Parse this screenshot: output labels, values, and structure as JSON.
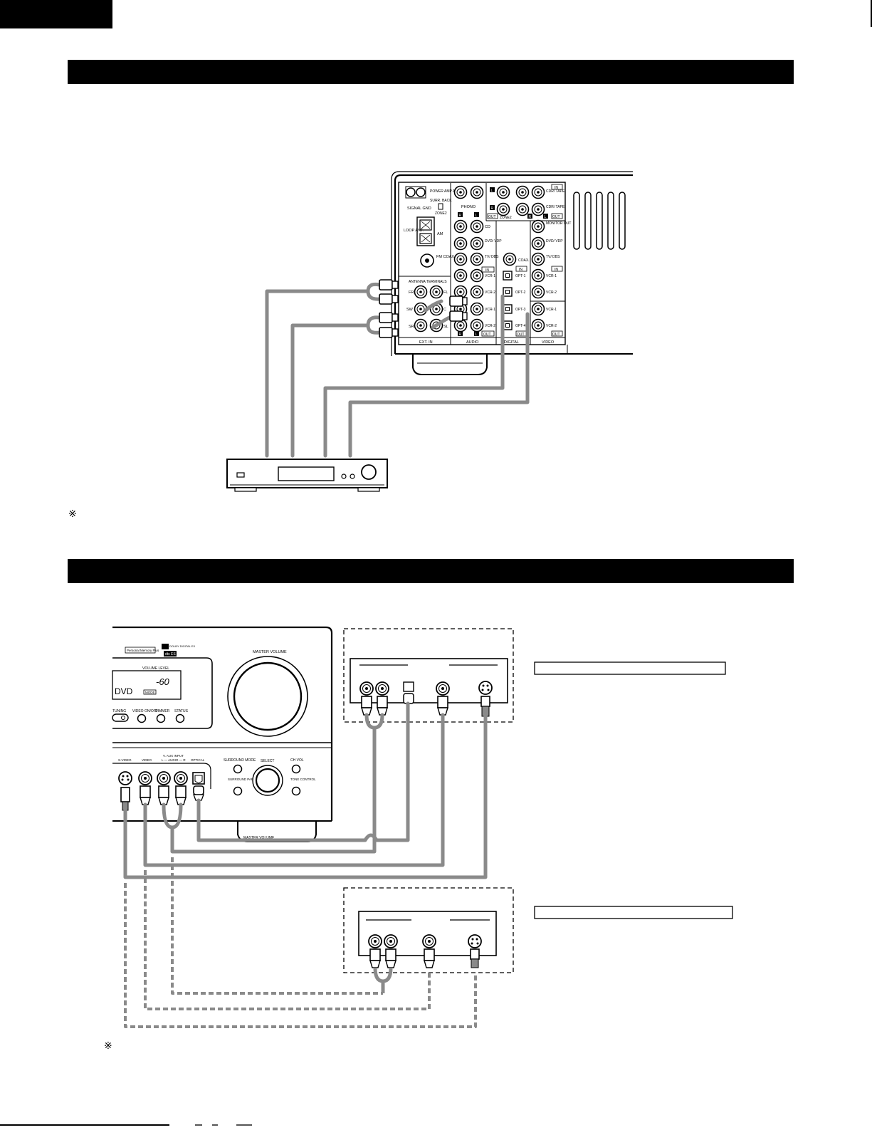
{
  "notes": {
    "mark_symbol": "※"
  },
  "rear_panel": {
    "labels": {
      "signal_gnd": "SIGNAL GND",
      "power_amp_assign": "POWER AMP ASSIGN",
      "surr_back": "SURR. BACK",
      "zone2_switch": "ZONE2",
      "loop_ant": "LOOP ANT.",
      "am": "AM",
      "fm_coax": "FM COAX. 75Ω",
      "antenna_terminals": "ANTENNA TERMINALS",
      "phono": "PHONO",
      "zone2": "ZONE2",
      "cdr_tape_in": "CDR/ TAPE",
      "cdr_tape_out": "CDR/ TAPE",
      "monitor_out": "MONITOR OUT",
      "cd": "CD",
      "dvd_vdp": "DVD/ VDP",
      "tv_dbs": "TV/ DBS",
      "vcr1": "VCR-1",
      "vcr2": "VCR-2",
      "coax": "COAX.",
      "opt1": "OPT-1",
      "opt2": "OPT-2",
      "opt3": "OPT-3",
      "opt4": "OPT-4",
      "fr": "FR",
      "fl": "FL",
      "sw": "SW",
      "c": "C",
      "sr": "SR",
      "sl": "SL",
      "in": "IN",
      "out": "OUT",
      "r": "R",
      "l": "L",
      "ext_in": "EXT. IN",
      "audio": "AUDIO",
      "digital": "DIGITAL",
      "video": "VIDEO"
    }
  },
  "front_panel": {
    "labels": {
      "master_volume": "MASTER VOLUME",
      "master_volume_bottom": "MASTER VOLUME",
      "volume_level": "VOLUME LEVEL",
      "display_value": "-60",
      "display_source": "DVD",
      "display_mode": "MODE",
      "brand_badge": "Personal Memory Plus",
      "dolby": "DOLBY DIGITAL EX",
      "dts": "dts ES",
      "tuning": "TUNING",
      "video_on_off": "VIDEO ON/OFF",
      "dimmer": "DIMMER",
      "status": "STATUS",
      "v_aux_input": "V. AUX INPUT",
      "s_video": "S-VIDEO",
      "video": "VIDEO",
      "audio_lr": "L — AUDIO — R",
      "optical": "OPTICAL",
      "surround_mode": "SURROUND MODE",
      "select": "SELECT",
      "ch_vol": "CH VOL",
      "surround_parameter": "SURROUND PARAMETER",
      "tone_control": "TONE CONTROL"
    }
  }
}
